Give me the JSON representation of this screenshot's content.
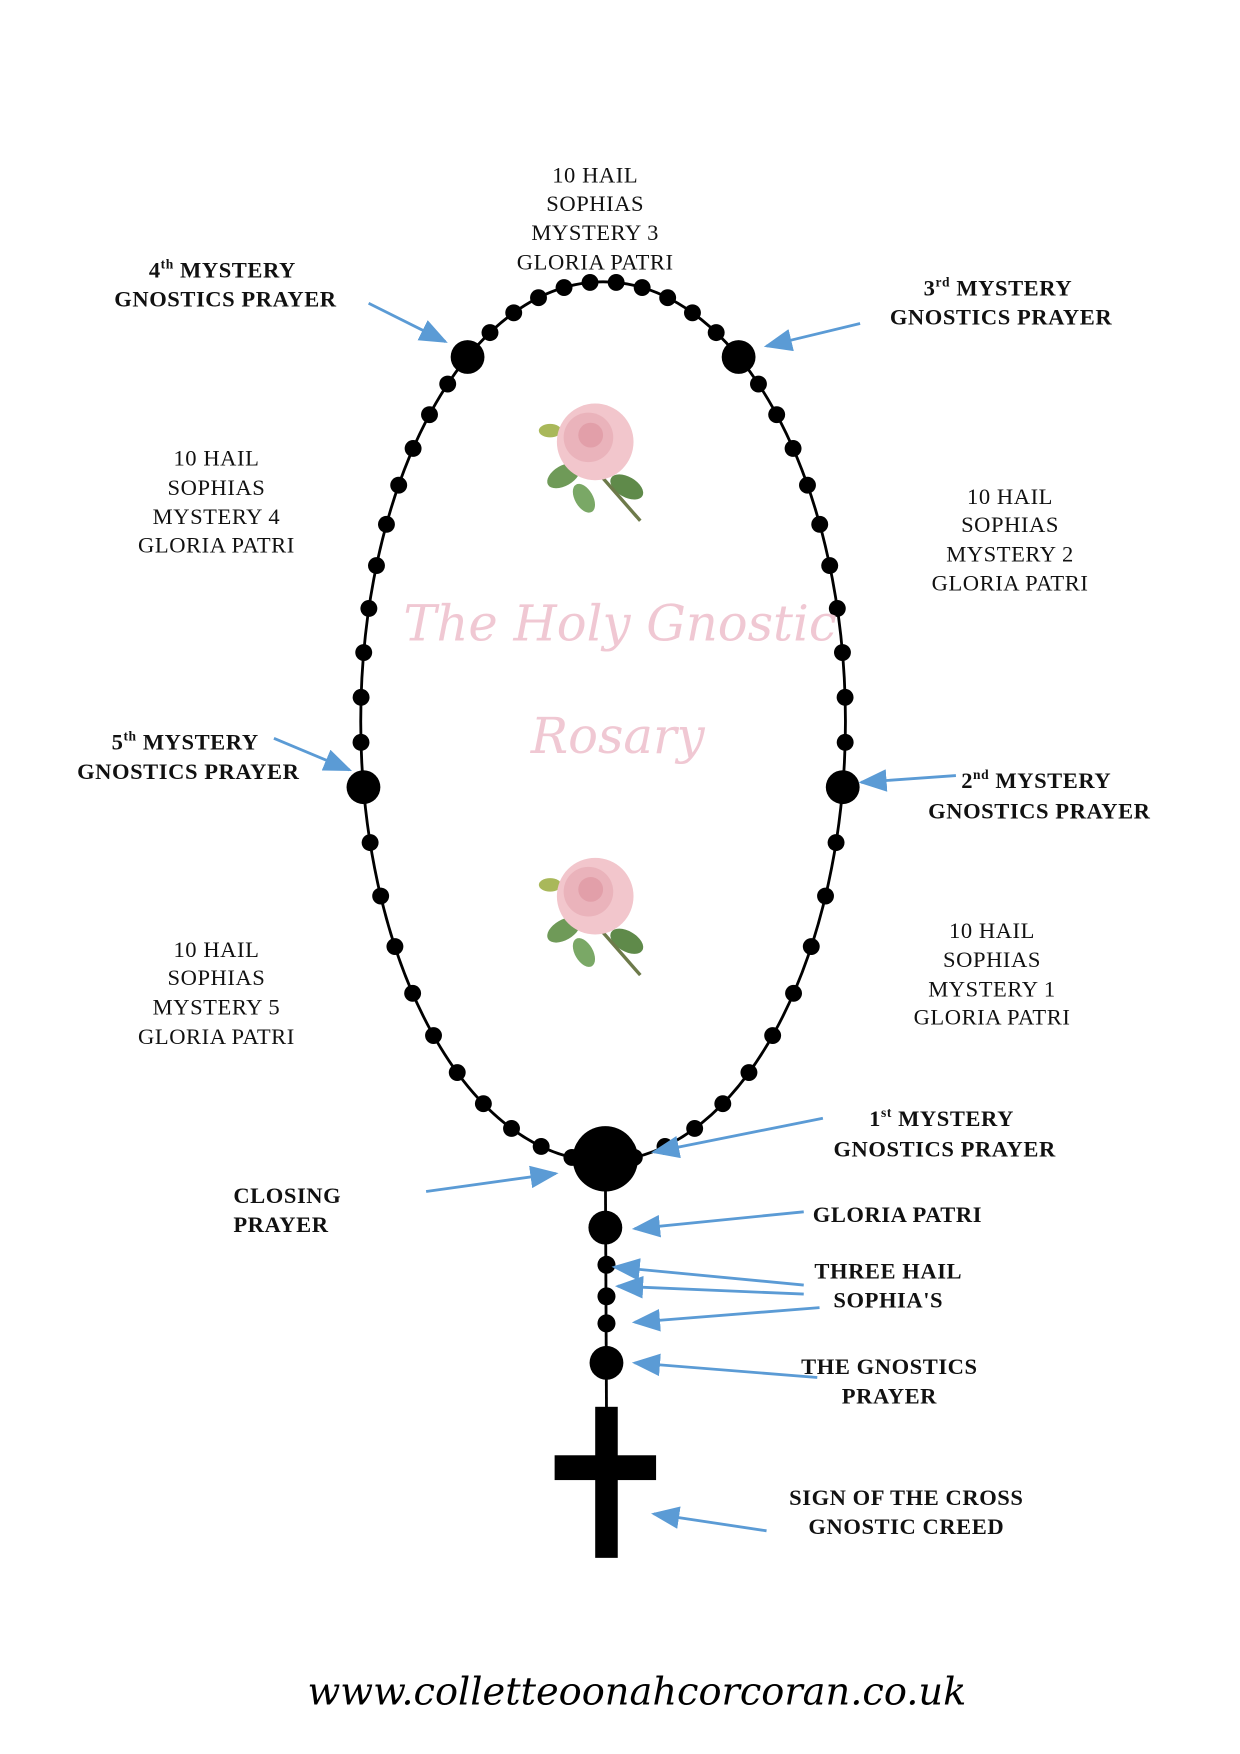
{
  "title": {
    "line1": "The Holy Gnostic",
    "line2": "Rosary"
  },
  "website": "www.colletteoonahcorcoran.co.uk",
  "colors": {
    "arrow": "#5b9bd5",
    "bead": "#000000",
    "title": "#f0c8d3"
  },
  "decades": [
    {
      "l1": "10 HAIL",
      "l2": "SOPHIAS",
      "l3": "MYSTERY 3",
      "l4": "GLORIA PATRI"
    },
    {
      "l1": "10 HAIL",
      "l2": "SOPHIAS",
      "l3": "MYSTERY 4",
      "l4": "GLORIA PATRI"
    },
    {
      "l1": "10 HAIL",
      "l2": "SOPHIAS",
      "l3": "MYSTERY 2",
      "l4": "GLORIA PATRI"
    },
    {
      "l1": "10 HAIL",
      "l2": "SOPHIAS",
      "l3": "MYSTERY 5",
      "l4": "GLORIA PATRI"
    },
    {
      "l1": "10 HAIL",
      "l2": "SOPHIAS",
      "l3": "MYSTERY 1",
      "l4": "GLORIA PATRI"
    }
  ],
  "mysteries": {
    "m4": {
      "num": "4",
      "sup": "th",
      "word": " MYSTERY",
      "line2": "GNOSTICS PRAYER"
    },
    "m3": {
      "num": "3",
      "sup": "rd",
      "word": " MYSTERY",
      "line2": "GNOSTICS PRAYER"
    },
    "m5": {
      "num": "5",
      "sup": "th",
      "word": " MYSTERY",
      "line2": "GNOSTICS PRAYER"
    },
    "m2": {
      "num": "2",
      "sup": "nd",
      "word": " MYSTERY",
      "line2": "GNOSTICS PRAYER"
    },
    "m1": {
      "num": "1",
      "sup": "st",
      "word": " MYSTERY",
      "line2": "GNOSTICS PRAYER"
    }
  },
  "pendant": {
    "closing": {
      "l1": "CLOSING",
      "l2": "PRAYER"
    },
    "gloria": "GLORIA PATRI",
    "three": {
      "l1": "THREE HAIL",
      "l2": "SOPHIA'S"
    },
    "gnostics_prayer": {
      "l1": "THE GNOSTICS",
      "l2": "PRAYER"
    },
    "cross": {
      "l1": "SIGN OF THE CROSS",
      "l2": "GNOSTIC CREED"
    }
  }
}
